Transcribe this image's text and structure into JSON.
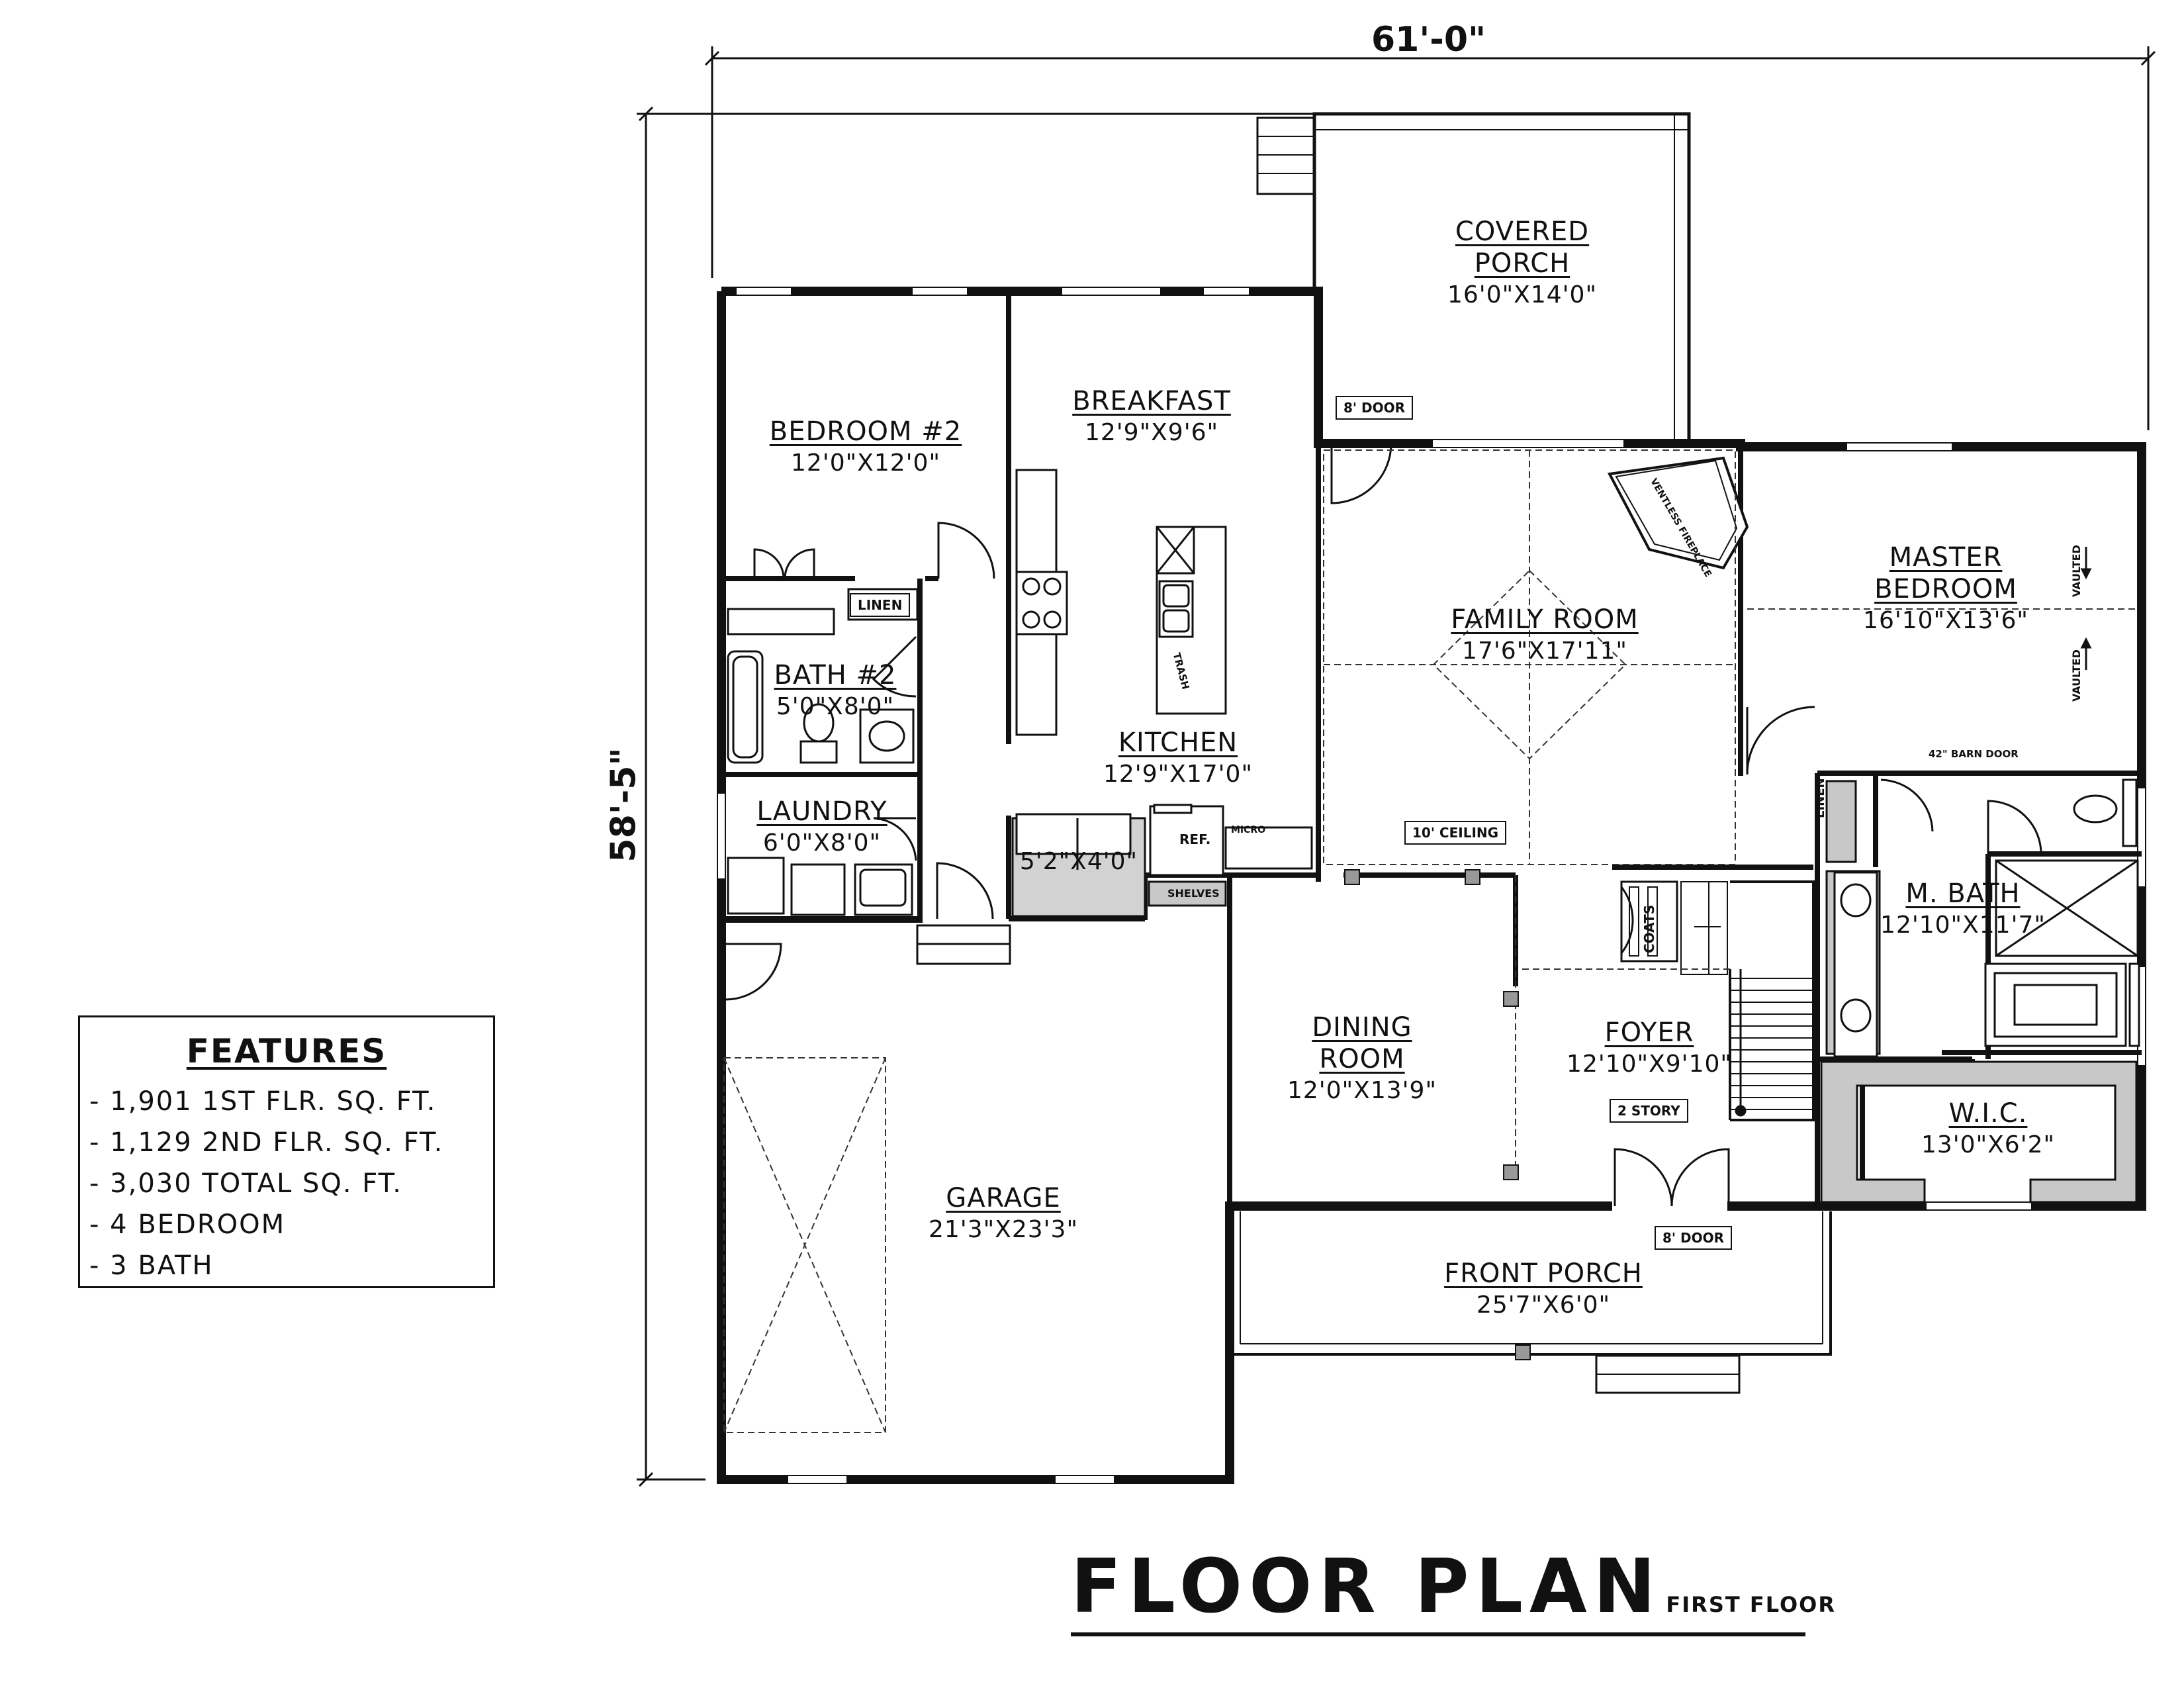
{
  "dimensions": {
    "width_label": "61'-0\"",
    "depth_label": "58'-5\""
  },
  "rooms": {
    "covered_porch": {
      "name_line1": "COVERED",
      "name_line2": "PORCH",
      "size": "16'0\"X14'0\""
    },
    "bedroom2": {
      "name": "BEDROOM #2",
      "size": "12'0\"X12'0\""
    },
    "breakfast": {
      "name": "BREAKFAST",
      "size": "12'9\"X9'6\""
    },
    "family_room": {
      "name": "FAMILY ROOM",
      "size": "17'6\"X17'11\""
    },
    "master_bedroom": {
      "name_line1": "MASTER",
      "name_line2": "BEDROOM",
      "size": "16'10\"X13'6\""
    },
    "bath2": {
      "name": "BATH #2",
      "size": "5'0\"X8'0\""
    },
    "kitchen": {
      "name": "KITCHEN",
      "size": "12'9\"X17'0\""
    },
    "laundry": {
      "name": "LAUNDRY",
      "size": "6'0\"X8'0\""
    },
    "pantry": {
      "size": "5'2\"X4'0\""
    },
    "master_bath": {
      "name": "M. BATH",
      "size": "12'10\"X11'7\""
    },
    "dining_room": {
      "name_line1": "DINING",
      "name_line2": "ROOM",
      "size": "12'0\"X13'9\""
    },
    "foyer": {
      "name": "FOYER",
      "size": "12'10\"X9'10\""
    },
    "wic": {
      "name": "W.I.C.",
      "size": "13'0\"X6'2\""
    },
    "garage": {
      "name": "GARAGE",
      "size": "21'3\"X23'3\""
    },
    "front_porch": {
      "name": "FRONT PORCH",
      "size": "25'7\"X6'0\""
    }
  },
  "tags": {
    "door_8_rear": "8' DOOR",
    "ceiling_10": "10' CEILING",
    "two_story": "2 STORY",
    "door_8_front": "8' DOOR",
    "linen_hall": "LINEN",
    "linen_master": "LINEN",
    "barn_door": "42\" BARN DOOR",
    "ventless_fireplace": "VENTLESS FIREPLACE",
    "coats": "COATS",
    "ref": "REF.",
    "micro": "MICRO",
    "shelves": "SHELVES",
    "trash": "TRASH",
    "vaulted_top": "VAULTED",
    "vaulted_bottom": "VAULTED"
  },
  "features": {
    "title": "FEATURES",
    "items": [
      "- 1,901 1ST FLR. SQ. FT.",
      "- 1,129 2ND FLR. SQ. FT.",
      "- 3,030 TOTAL SQ. FT.",
      "- 4 BEDROOM",
      "- 3 BATH"
    ]
  },
  "title": {
    "main": "FLOOR PLAN",
    "sub": "FIRST FLOOR"
  }
}
